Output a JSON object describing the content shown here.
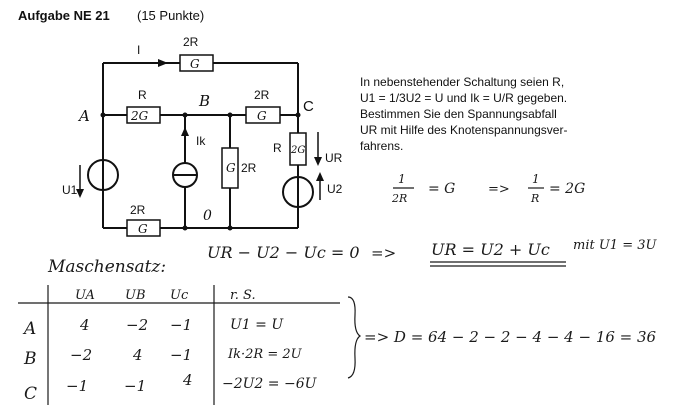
{
  "header": {
    "title": "Aufgabe NE 21",
    "points": "(15 Punkte)"
  },
  "task_lines": [
    "In nebenstehender Schaltung seien R,",
    "U1 = 1/3U2 = U und Ik = U/R gegeben.",
    "Bestimmen Sie den Spannungsabfall",
    "UR mit Hilfe des Knotenspannungsver-",
    "fahrens."
  ],
  "circuit": {
    "current_label": "I",
    "top_resistor_label": "2R",
    "top_resistor_value": "G",
    "left_resistor_label": "R",
    "left_resistor_value": "2G",
    "right_resistor_label": "2R",
    "right_resistor_value": "G",
    "mid_resistor_label": "2R",
    "mid_resistor_value": "G",
    "bottom_resistor_label": "2R",
    "bottom_resistor_value": "G",
    "vert_resistor_label": "R",
    "vert_resistor_value": "2G",
    "node_a": "A",
    "node_b": "B",
    "node_c": "C",
    "node_0": "0",
    "ik_label": "Ik",
    "u1_label": "U1",
    "u2_label": "U2",
    "ur_label": "UR"
  },
  "handwriting": {
    "conv_left_num": "1",
    "conv_left_den": "2R",
    "conv_left_rhs": "= G",
    "conv_arrow": "=>",
    "conv_right_num": "1",
    "conv_right_den": "R",
    "conv_right_rhs": "= 2G",
    "masche_label": "Maschensatz:",
    "masche_eq": "UR − U2 − Uc = 0",
    "masche_arrow": "=>",
    "masche_result": "UR = U2 + Uc",
    "masche_note": "mit U1 = 3U"
  },
  "matrix": {
    "col_headers": [
      "UA",
      "UB",
      "Uc",
      "r. S."
    ],
    "row_labels": [
      "A",
      "B",
      "C"
    ],
    "rows": [
      [
        "4",
        "−2",
        "−1",
        "U1 = U"
      ],
      [
        "−2",
        "4",
        "−1",
        "Ik·2R = 2U"
      ],
      [
        "−1",
        "−1",
        "4",
        "−2U2 = −6U"
      ]
    ],
    "determinant": "=> D = 64 − 2 − 2 − 4 − 4 − 16 = 36"
  }
}
